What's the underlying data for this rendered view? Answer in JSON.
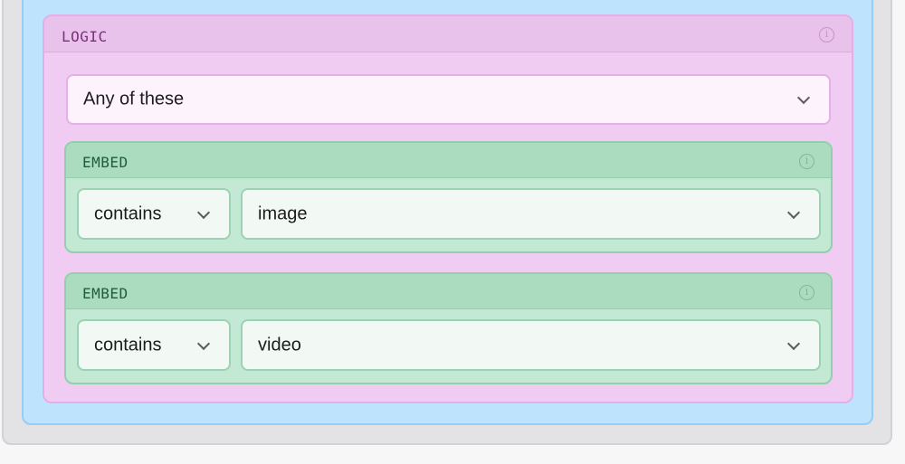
{
  "logic": {
    "title": "LOGIC",
    "info_icon": "info-icon",
    "selected_mode": "Any of these"
  },
  "embeds": [
    {
      "title": "EMBED",
      "operator": "contains",
      "value": "image"
    },
    {
      "title": "EMBED",
      "operator": "contains",
      "value": "video"
    }
  ],
  "colors": {
    "logic_bg": "#f1ccf2",
    "embed_bg": "#c3e8d3",
    "outer_blue": "#bde3fd"
  }
}
